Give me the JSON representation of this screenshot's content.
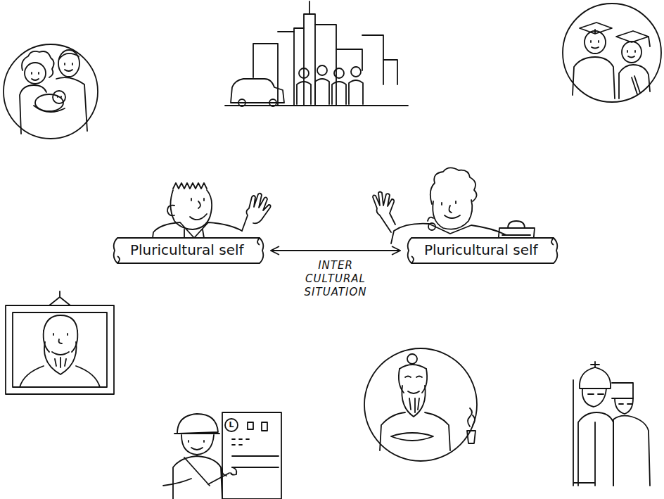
{
  "diagram": {
    "nodes": [
      {
        "text": [
          "Pluricultural self"
        ]
      },
      {
        "text": [
          "Pluricultural self"
        ]
      }
    ],
    "edges": [
      {
        "from": 0,
        "to": 1,
        "arrow": "both",
        "label": "INTER CULTURAL SITUATION"
      }
    ],
    "labels": [
      "L"
    ]
  }
}
